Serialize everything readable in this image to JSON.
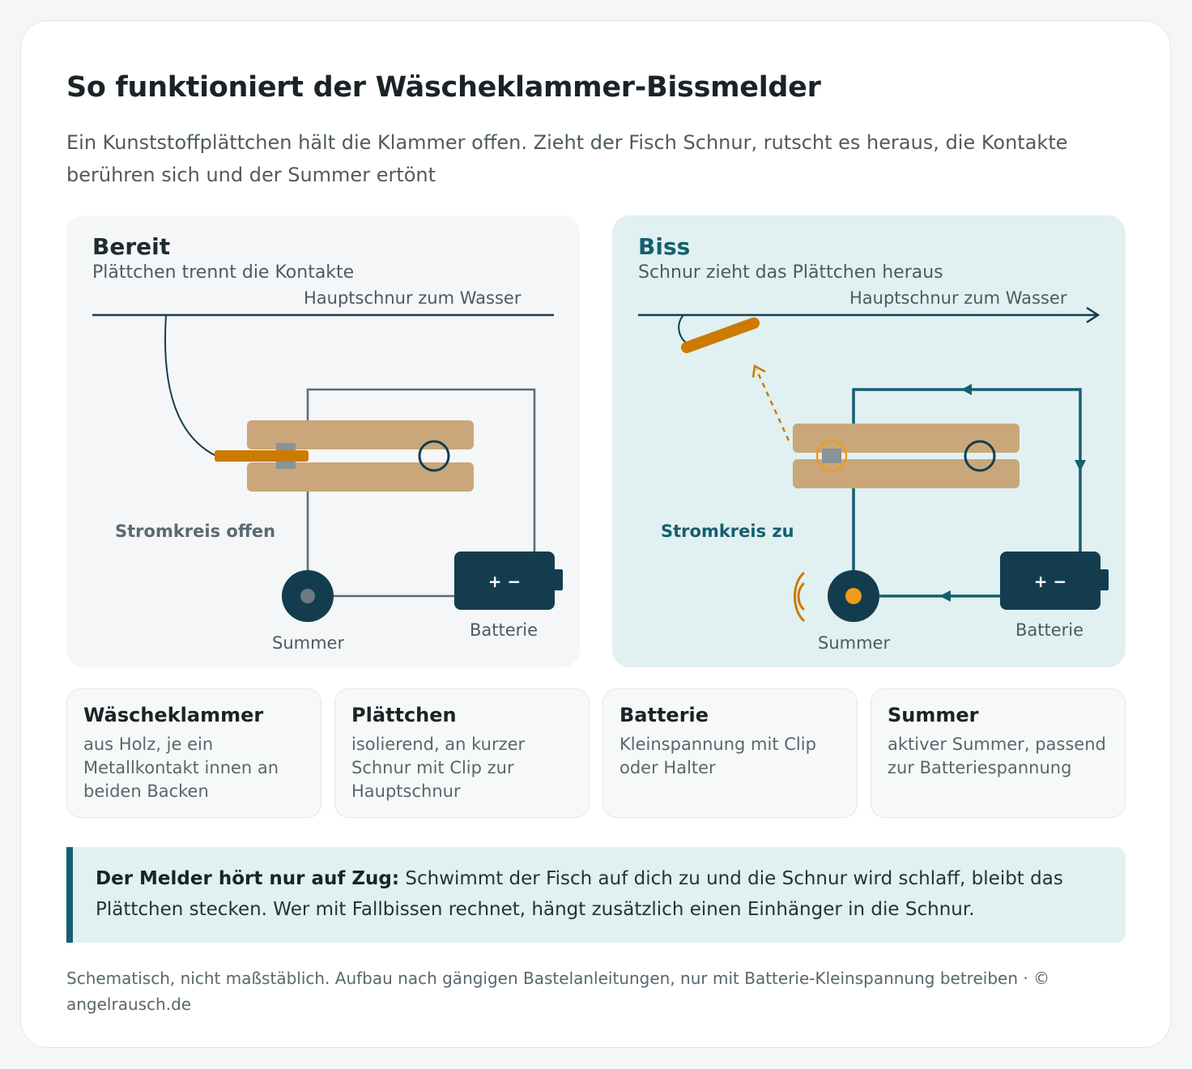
{
  "title": "So funktioniert der Wäscheklammer-Bissmelder",
  "subtitle": "Ein Kunststoffplättchen hält die Klammer offen. Zieht der Fisch Schnur, rutscht es heraus, die Kontakte berühren sich und der Summer ertönt",
  "colors": {
    "accent": "#145f70",
    "dark": "#133d4e",
    "wood": "#c9a77a",
    "tab": "#cc7a00",
    "alarm": "#f29a1a",
    "wire_open": "#5c6b72"
  },
  "ready": {
    "title": "Bereit",
    "subtitle": "Plättchen trennt die Kontakte",
    "line_label": "Hauptschnur zum Wasser",
    "circuit_label": "Stromkreis offen",
    "buzzer_label": "Summer",
    "battery_label": "Batterie",
    "battery_symbol": "+ −"
  },
  "bite": {
    "title": "Biss",
    "subtitle": "Schnur zieht das Plättchen heraus",
    "line_label": "Hauptschnur zum Wasser",
    "circuit_label": "Stromkreis zu",
    "buzzer_label": "Summer",
    "battery_label": "Batterie",
    "battery_symbol": "+ −"
  },
  "parts": [
    {
      "title": "Wäscheklammer",
      "text": "aus Holz, je ein Metallkontakt innen an beiden Backen"
    },
    {
      "title": "Plättchen",
      "text": "isolierend, an kurzer Schnur mit Clip zur Hauptschnur"
    },
    {
      "title": "Batterie",
      "text": "Kleinspannung mit Clip oder Halter"
    },
    {
      "title": "Summer",
      "text": "aktiver Summer, passend zur Batteriespannung"
    }
  ],
  "note": {
    "bold": "Der Melder hört nur auf Zug:",
    "text": " Schwimmt der Fisch auf dich zu und die Schnur wird schlaff, bleibt das Plättchen stecken. Wer mit Fallbissen rechnet, hängt zusätzlich einen Einhänger in die Schnur."
  },
  "footer": "Schematisch, nicht maßstäblich. Aufbau nach gängigen Bastelanleitungen, nur mit Batterie-Kleinspannung betreiben · © angelrausch.de"
}
